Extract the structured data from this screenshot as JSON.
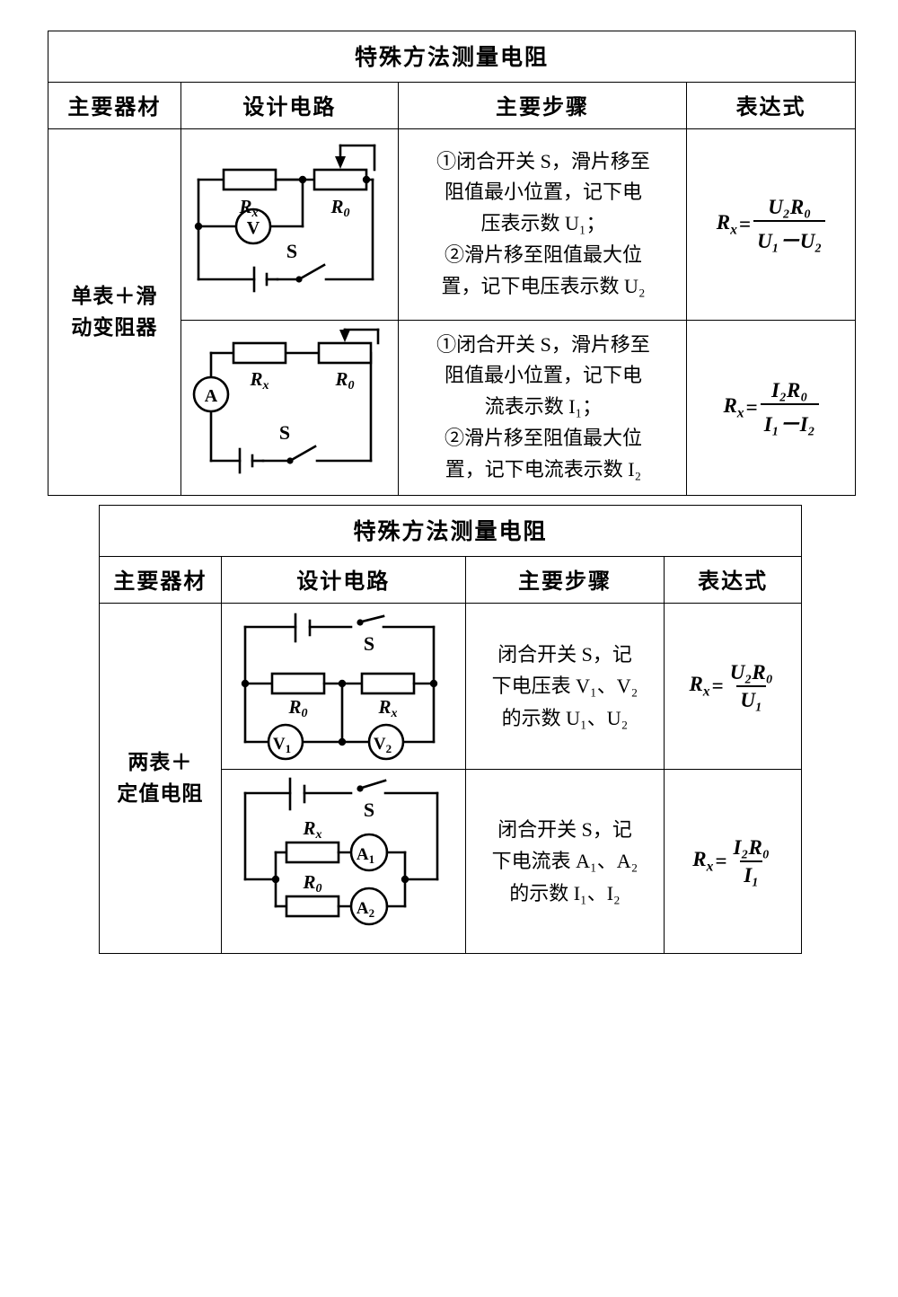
{
  "tables": [
    {
      "id": "table-1",
      "title": "特殊方法测量电阻",
      "headers": [
        "主要器材",
        "设计电路",
        "主要步骤",
        "表达式"
      ],
      "equipment": {
        "line1": "单表＋滑",
        "line2": "动变阻器"
      },
      "rows": [
        {
          "circuit": {
            "name": "series-rx-rheostat-voltmeter-circuit",
            "labels": {
              "rx": "R",
              "rx_sub": "x",
              "r0": "R",
              "r0_sub": "0",
              "meter": "V",
              "switch": "S"
            }
          },
          "steps": [
            "①闭合开关 S，滑片移至",
            "阻值最小位置，记下电",
            "压表示数 U₁；",
            "②滑片移至阻值最大位",
            "置，记下电压表示数 U₂"
          ],
          "formula": {
            "lhs": "R",
            "lhs_sub": "x",
            "numerator": "U₂R₀",
            "denominator": "U₁－U₂"
          }
        },
        {
          "circuit": {
            "name": "series-rx-rheostat-ammeter-circuit",
            "labels": {
              "rx": "R",
              "rx_sub": "x",
              "r0": "R",
              "r0_sub": "0",
              "meter": "A",
              "switch": "S"
            }
          },
          "steps": [
            "①闭合开关 S，滑片移至",
            "阻值最小位置，记下电",
            "流表示数 I₁；",
            "②滑片移至阻值最大位",
            "置，记下电流表示数 I₂"
          ],
          "formula": {
            "lhs": "R",
            "lhs_sub": "x",
            "numerator": "I₂R₀",
            "denominator": "I₁－I₂"
          }
        }
      ]
    },
    {
      "id": "table-2",
      "title": "特殊方法测量电阻",
      "headers": [
        "主要器材",
        "设计电路",
        "主要步骤",
        "表达式"
      ],
      "equipment": {
        "line1": "两表＋",
        "line2": "定值电阻"
      },
      "rows": [
        {
          "circuit": {
            "name": "series-r0-rx-two-voltmeters-circuit",
            "labels": {
              "r0": "R",
              "r0_sub": "0",
              "rx": "R",
              "rx_sub": "x",
              "meter1": "V",
              "meter1_sub": "1",
              "meter2": "V",
              "meter2_sub": "2",
              "switch": "S"
            }
          },
          "steps": [
            "闭合开关 S，记",
            "下电压表 V₁、V₂",
            "的示数 U₁、U₂"
          ],
          "formula": {
            "lhs": "R",
            "lhs_sub": "x",
            "numerator": "U₂R₀",
            "denominator": "U₁"
          }
        },
        {
          "circuit": {
            "name": "parallel-rx-r0-two-ammeters-circuit",
            "labels": {
              "rx": "R",
              "rx_sub": "x",
              "r0": "R",
              "r0_sub": "0",
              "meter1": "A",
              "meter1_sub": "1",
              "meter2": "A",
              "meter2_sub": "2",
              "switch": "S"
            }
          },
          "steps": [
            "闭合开关 S，记",
            "下电流表 A₁、A₂",
            "的示数 I₁、I₂"
          ],
          "formula": {
            "lhs": "R",
            "lhs_sub": "x",
            "numerator": "I₂R₀",
            "denominator": "I₁"
          }
        }
      ]
    }
  ],
  "colors": {
    "ink": "#000000",
    "paper": "#ffffff"
  }
}
